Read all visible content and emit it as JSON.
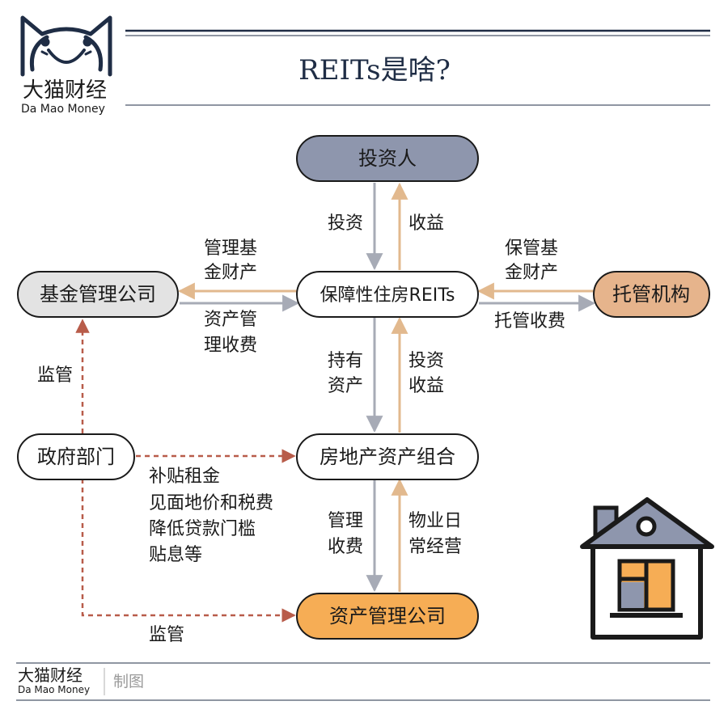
{
  "header": {
    "title": "REITs是啥?",
    "brand_cn": "大猫财经",
    "brand_en": "Da Mao Money"
  },
  "nodes": {
    "investor": "投资人",
    "reits": "保障性住房REITs",
    "fund_company": "基金管理公司",
    "custodian": "托管机构",
    "government": "政府部门",
    "real_estate": "房地产资产组合",
    "asset_manager": "资产管理公司"
  },
  "edges": {
    "invest": "投资",
    "income": "收益",
    "manage_fund_assets": [
      "管理基",
      "金财产"
    ],
    "asset_mgmt_fee": [
      "资产管",
      "理收费"
    ],
    "custody_fund_assets": [
      "保管基",
      "金财产"
    ],
    "custody_fee": "托管收费",
    "hold_assets": [
      "持有",
      "资产"
    ],
    "invest_income": [
      "投资",
      "收益"
    ],
    "supervise_fund": "监管",
    "policy_support": [
      "补贴租金",
      "见面地价和税费",
      "降低贷款门槛",
      "贴息等"
    ],
    "mgmt_fee": [
      "管理",
      "收费"
    ],
    "daily_ops": [
      "物业日",
      "常经营"
    ],
    "supervise_asset_mgr": "监管"
  },
  "footer": {
    "brand_cn": "大猫财经",
    "brand_en": "Da Mao Money",
    "made_by": "制图"
  },
  "colors": {
    "navy": "#1f2d45",
    "investor_fill": "#8e96ad",
    "fund_fill": "#e3e3e3",
    "custodian_fill": "#e6b48c",
    "asset_mgr_fill": "#f6ad55",
    "gray_arrow": "#a7abb6",
    "tan_arrow": "#e2b98e",
    "red_dashed": "#b85c4a",
    "house_orange": "#f6ad55",
    "house_gray": "#8e96ad"
  },
  "icons": {
    "logo": "cat-face-logo",
    "house": "house-icon"
  }
}
